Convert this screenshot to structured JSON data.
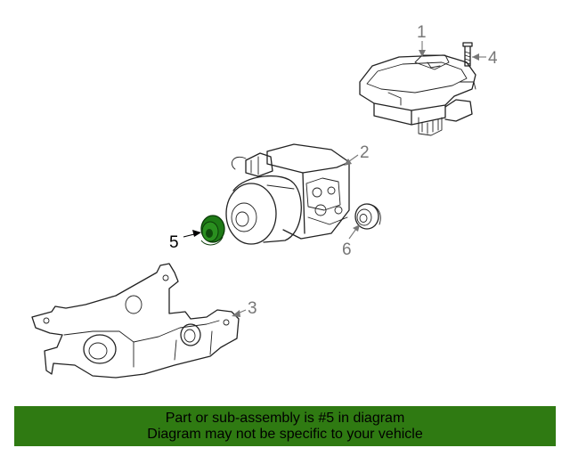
{
  "diagram": {
    "callouts": [
      {
        "id": "1",
        "label": "1"
      },
      {
        "id": "2",
        "label": "2"
      },
      {
        "id": "3",
        "label": "3"
      },
      {
        "id": "4",
        "label": "4"
      },
      {
        "id": "5",
        "label": "5"
      },
      {
        "id": "6",
        "label": "6"
      }
    ],
    "highlighted_part": "5",
    "highlight_color": "#1e7a16"
  },
  "banner": {
    "line1": "Part or sub-assembly is #5 in diagram",
    "line2": "Diagram may not be specific to your vehicle",
    "background_color": "#2f7a12"
  }
}
